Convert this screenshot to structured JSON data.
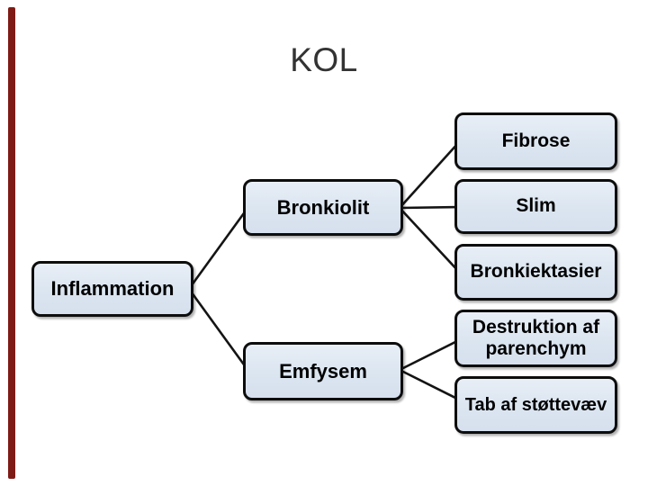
{
  "diagram": {
    "title": "KOL",
    "root": {
      "label": "Inflammation"
    },
    "branches": [
      {
        "label": "Bronkiolit",
        "children": [
          "Fibrose",
          "Slim",
          "Bronkiektasier"
        ]
      },
      {
        "label": "Emfysem",
        "children": [
          "Destruktion af parenchym",
          "Tab af støttevæv"
        ]
      }
    ],
    "colors": {
      "accent_bar": "#7E1B16",
      "box_fill": "#DCE6F1",
      "box_border": "#0D0D0D",
      "connector": "#141414",
      "title_text": "#333333",
      "box_text": "#000000",
      "background": "#FFFFFF"
    }
  }
}
